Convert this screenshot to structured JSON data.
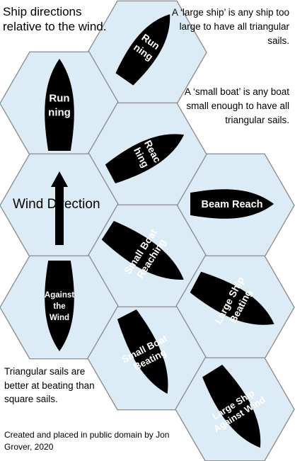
{
  "title": "Ship directions relative to the wind.",
  "notes": {
    "large_ship": "A ‘large ship’ is any ship too large to have all triangular sails.",
    "small_boat": "A ‘small boat’ is any boat small enough to have all triangular sails.",
    "triangular": "Triangular sails are better at beating than square sails.",
    "credit": "Created and placed in public domain by Jon Grover, 2020"
  },
  "wind": {
    "label": "Wind Direction"
  },
  "colors": {
    "hex_fill": "#dcecf7",
    "hex_stroke": "#8a8a8a",
    "boat": "#000000",
    "boat_text": "#ffffff"
  },
  "boats": [
    {
      "id": "running-top",
      "label": [
        "Run",
        "ning"
      ]
    },
    {
      "id": "running-left",
      "label": [
        "Run",
        "ning"
      ]
    },
    {
      "id": "reaching",
      "label": [
        "Reac",
        "hing"
      ]
    },
    {
      "id": "beam-reach",
      "label": [
        "Beam Reach"
      ]
    },
    {
      "id": "small-boat-reaching",
      "label": [
        "Small Boat",
        "Reaching"
      ]
    },
    {
      "id": "against-the-wind",
      "label": [
        "Against",
        "the",
        "Wind"
      ]
    },
    {
      "id": "large-ship-beating",
      "label": [
        "Large Ship",
        "Beating"
      ]
    },
    {
      "id": "small-boat-beating",
      "label": [
        "Small Boat",
        "Beating"
      ]
    },
    {
      "id": "large-ship-against-wind",
      "label": [
        "Large Ship",
        "Against Wind"
      ]
    }
  ]
}
